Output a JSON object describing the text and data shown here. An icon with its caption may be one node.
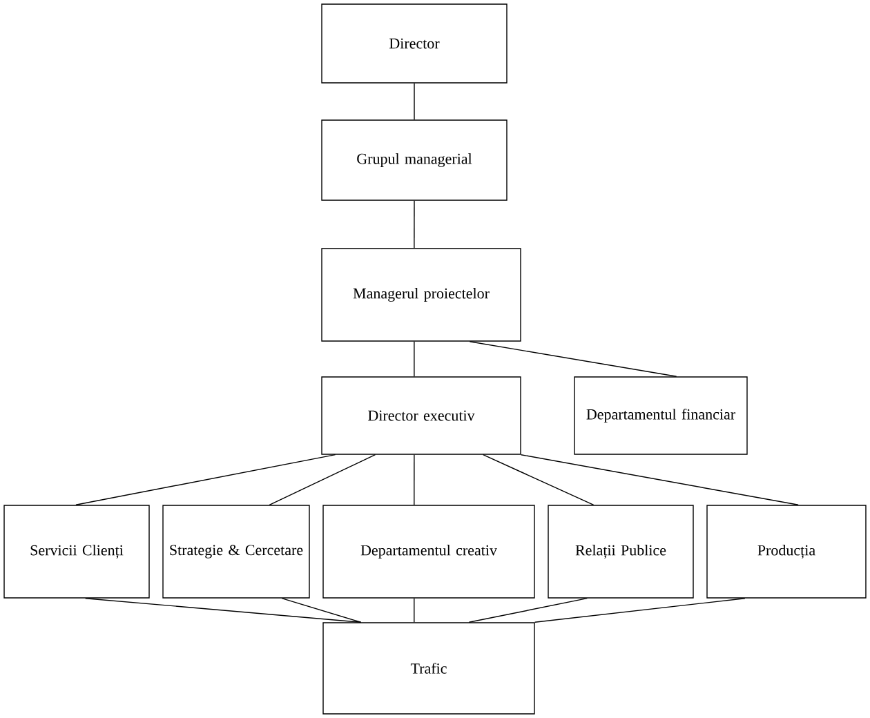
{
  "diagram": {
    "nodes": [
      {
        "text": [
          "Director"
        ]
      },
      {
        "text": [
          "Grupul managerial"
        ]
      },
      {
        "text": [
          "Managerul proiectelor"
        ]
      },
      {
        "text": [
          "Director executiv"
        ]
      },
      {
        "text": [
          "Departamentul financiar"
        ]
      },
      {
        "text": [
          "Servicii Clienți"
        ]
      },
      {
        "text": [
          "Strategie & Cercetare"
        ]
      },
      {
        "text": [
          "Departamentul creativ"
        ]
      },
      {
        "text": [
          "Relații Publice"
        ]
      },
      {
        "text": [
          "Producția"
        ]
      },
      {
        "text": [
          "Trafic"
        ]
      }
    ],
    "edges": [
      {
        "from": 0,
        "to": 1,
        "arrow": "none"
      },
      {
        "from": 1,
        "to": 2,
        "arrow": "none"
      },
      {
        "from": 2,
        "to": 3,
        "arrow": "none"
      },
      {
        "from": 2,
        "to": 4,
        "arrow": "none"
      },
      {
        "from": 3,
        "to": 5,
        "arrow": "none"
      },
      {
        "from": 3,
        "to": 6,
        "arrow": "none"
      },
      {
        "from": 3,
        "to": 7,
        "arrow": "none"
      },
      {
        "from": 3,
        "to": 8,
        "arrow": "none"
      },
      {
        "from": 3,
        "to": 9,
        "arrow": "none"
      },
      {
        "from": 5,
        "to": 10,
        "arrow": "none"
      },
      {
        "from": 6,
        "to": 10,
        "arrow": "none"
      },
      {
        "from": 7,
        "to": 10,
        "arrow": "none"
      },
      {
        "from": 8,
        "to": 10,
        "arrow": "none"
      },
      {
        "from": 9,
        "to": 10,
        "arrow": "none"
      }
    ]
  }
}
